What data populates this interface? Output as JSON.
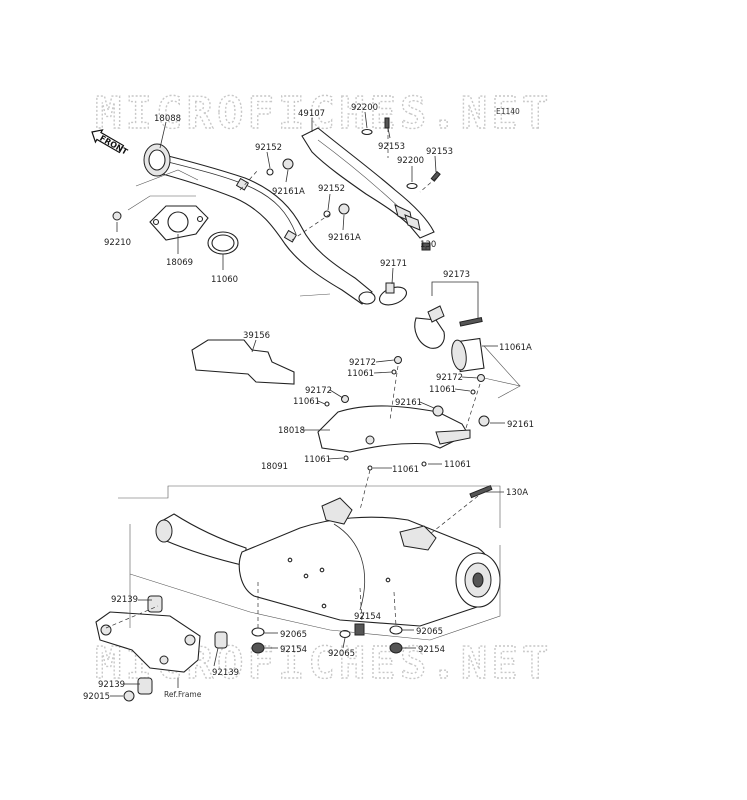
{
  "diagram_code": "E1140",
  "watermark": "MICROFICHES.NET",
  "front_marker": "FRONT",
  "ref_note": "Ref.Frame",
  "parts": {
    "p18088": "18088",
    "p49107": "49107",
    "p92200a": "92200",
    "p92153a": "92153",
    "p92200b": "92200",
    "p92153b": "92153",
    "p92152a": "92152",
    "p92161Aa": "92161A",
    "p92152b": "92152",
    "p92161Ab": "92161A",
    "p92210": "92210",
    "p18069": "18069",
    "p11060": "11060",
    "p130": "130",
    "p92171": "92171",
    "p92173": "92173",
    "p11061A": "11061A",
    "p39156": "39156",
    "p92172a": "92172",
    "p11061a": "11061",
    "p92172b": "92172",
    "p11061b": "11061",
    "p92172c": "92172",
    "p11061c": "11061",
    "p92161a": "92161",
    "p92161b": "92161",
    "p18018": "18018",
    "p11061d": "11061",
    "p11061e": "11061",
    "p11061f": "11061",
    "p18091": "18091",
    "p130A": "130A",
    "p92139a": "92139",
    "p92139b": "92139",
    "p92139c": "92139",
    "p92015": "92015",
    "p92065a": "92065",
    "p92154a": "92154",
    "p92154b": "92154",
    "p92065b": "92065",
    "p92065c": "92065",
    "p92154c": "92154"
  }
}
